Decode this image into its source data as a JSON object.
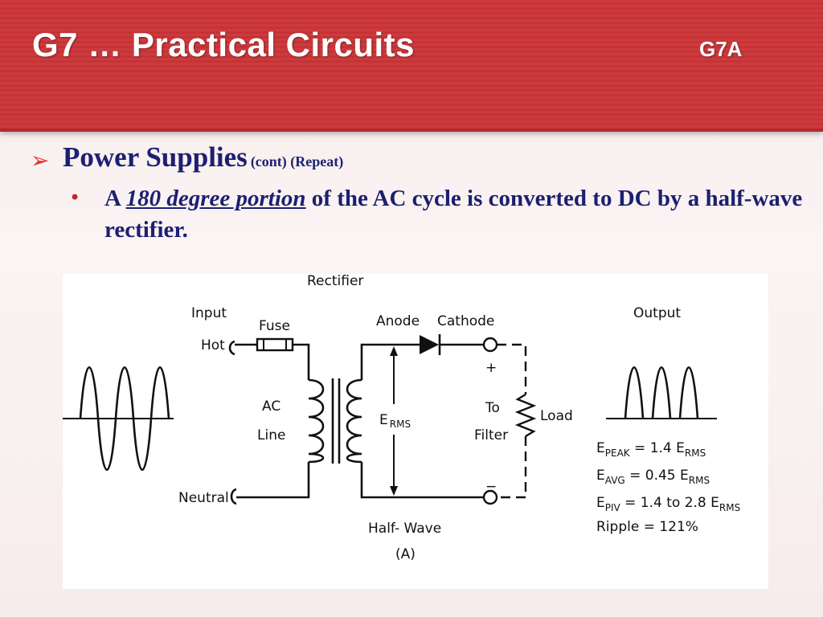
{
  "header": {
    "title": "G7 … Practical Circuits",
    "code": "G7A"
  },
  "heading": {
    "arrow": "➢",
    "text": "Power Supplies",
    "note": "(cont) (Repeat)"
  },
  "bullet": {
    "dot": "•",
    "prefix": "A ",
    "emphasis": "180 degree portion",
    "suffix": " of the AC cycle is converted to DC by a half-wave rectifier."
  },
  "figure": {
    "rectifier": "Rectifier",
    "input": "Input",
    "output": "Output",
    "hot": "Hot",
    "fuse": "Fuse",
    "anode": "Anode",
    "cathode": "Cathode",
    "ac": "AC",
    "line": "Line",
    "e_main": "E",
    "e_rms_sub": "RMS",
    "plus": "+",
    "to": "To",
    "filter": "Filter",
    "load": "Load",
    "neutral": "Neutral",
    "minus": "−",
    "half_wave": "Half- Wave",
    "fig_label": "(A)",
    "eq_peak": {
      "e": "E",
      "sub": "PEAK",
      "mid": " = 1.4 E",
      "sub2": "RMS"
    },
    "eq_avg": {
      "e": "E",
      "sub": "AVG",
      "mid": " = 0.45 E",
      "sub2": "RMS"
    },
    "eq_piv": {
      "e": "E",
      "sub": "PIV",
      "mid": " = 1.4 to 2.8 E",
      "sub2": "RMS"
    },
    "ripple": "Ripple = 121%"
  }
}
